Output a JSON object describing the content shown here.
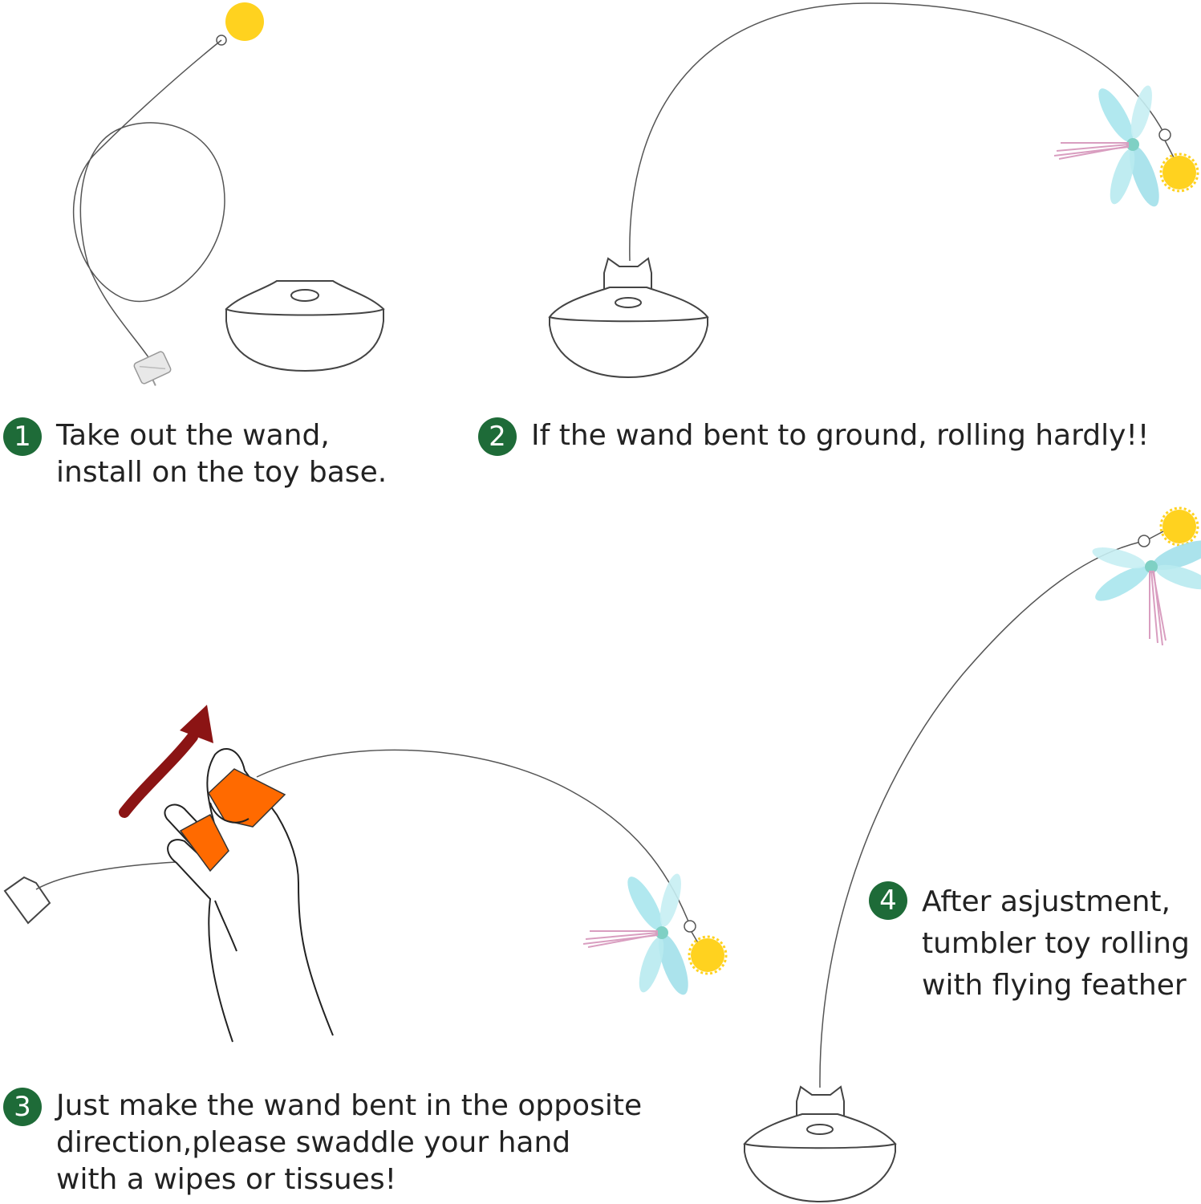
{
  "steps": [
    {
      "number": "1",
      "text": "Take out the wand,\ninstall on the toy base."
    },
    {
      "number": "2",
      "text": "If the wand bent to ground, rolling hardly!!"
    },
    {
      "number": "3",
      "text": "Just make the wand bent in the opposite\ndirection,please swaddle your hand\nwith a wipes or tissues!"
    },
    {
      "number": "4",
      "text": "After asjustment,\ntumbler toy rolling\nwith flying feather"
    }
  ],
  "colors": {
    "badge": "#1e6b38",
    "ball": "#ffd21f",
    "wing": "#a8e6ec",
    "tassel": "#d9a3c4",
    "tissue": "#ff6a00",
    "arrow": "#8b1414",
    "line": "#555555"
  }
}
